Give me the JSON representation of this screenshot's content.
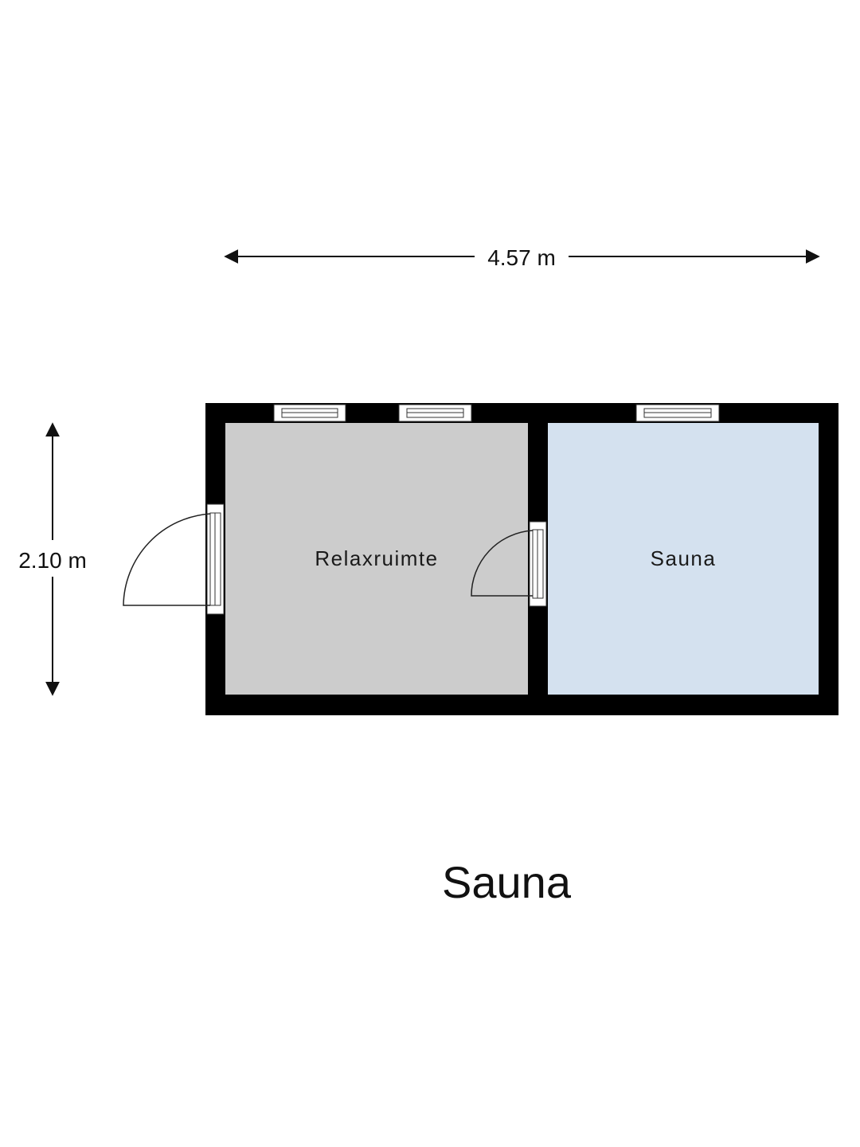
{
  "dimensions": {
    "width_label": "4.57 m",
    "height_label": "2.10 m"
  },
  "rooms": [
    {
      "name": "Relaxruimte",
      "fill": "#cccccc"
    },
    {
      "name": "Sauna",
      "fill": "#d4e1ef"
    }
  ],
  "floor": {
    "title": "Sauna"
  },
  "colors": {
    "wall": "#000000",
    "window_frame": "#ffffff",
    "door_line": "#222222"
  }
}
